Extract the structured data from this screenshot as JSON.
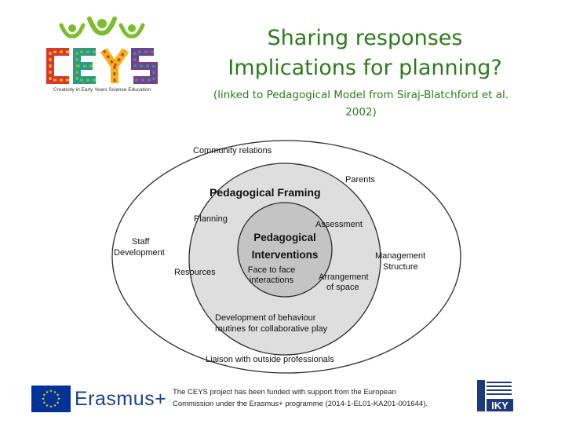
{
  "logo": {
    "letters": [
      "C",
      "E",
      "Y",
      "S"
    ],
    "tagline": "Creativity in Early Years Science Education",
    "colors": {
      "green": "#7cbd2d",
      "red": "#d9372c",
      "yellow": "#f1b51c",
      "teal": "#2a9a8c",
      "purple": "#7a3d8f"
    }
  },
  "title": {
    "line1": "Sharing responses",
    "line2": "Implications for planning?"
  },
  "subtitle": {
    "line1": "(linked to Pedagogical Model from Siraj-Blatchford et al.",
    "line2": "2002)"
  },
  "diagram": {
    "outer": {
      "top_label": "Community relations",
      "bottom_label": "Liaison with outside professionals",
      "left_label_1": "Staff",
      "left_label_2": "Development",
      "right_label_1": "Management",
      "right_label_2": "Structure",
      "parents": "Parents"
    },
    "middle": {
      "heading": "Pedagogical Framing",
      "planning": "Planning",
      "assessment": "Assessment",
      "resources": "Resources",
      "arrangement_1": "Arrangement",
      "arrangement_2": "of space",
      "bottom_1": "Development of behaviour",
      "bottom_2": "routines for collaborative play"
    },
    "inner": {
      "heading_1": "Pedagogical",
      "heading_2": "Interventions",
      "sub_1": "Face to face",
      "sub_2": "interactions"
    },
    "colors": {
      "outer_fill": "#ffffff",
      "middle_fill": "#dedede",
      "inner_fill": "#c4c4c4",
      "stroke": "#2b2b2b"
    }
  },
  "footer": {
    "erasmus_label": "Erasmus+",
    "funding_line1": "The CEYS project has been funded with support from the European",
    "funding_line2": "Commission under the Erasmus+ programme (2014-1-EL01-KA201-001644).",
    "iky_label": "IKY",
    "colors": {
      "eu_blue": "#003399",
      "eu_star": "#ffcc00",
      "iky_blue": "#1f3a7a"
    }
  }
}
